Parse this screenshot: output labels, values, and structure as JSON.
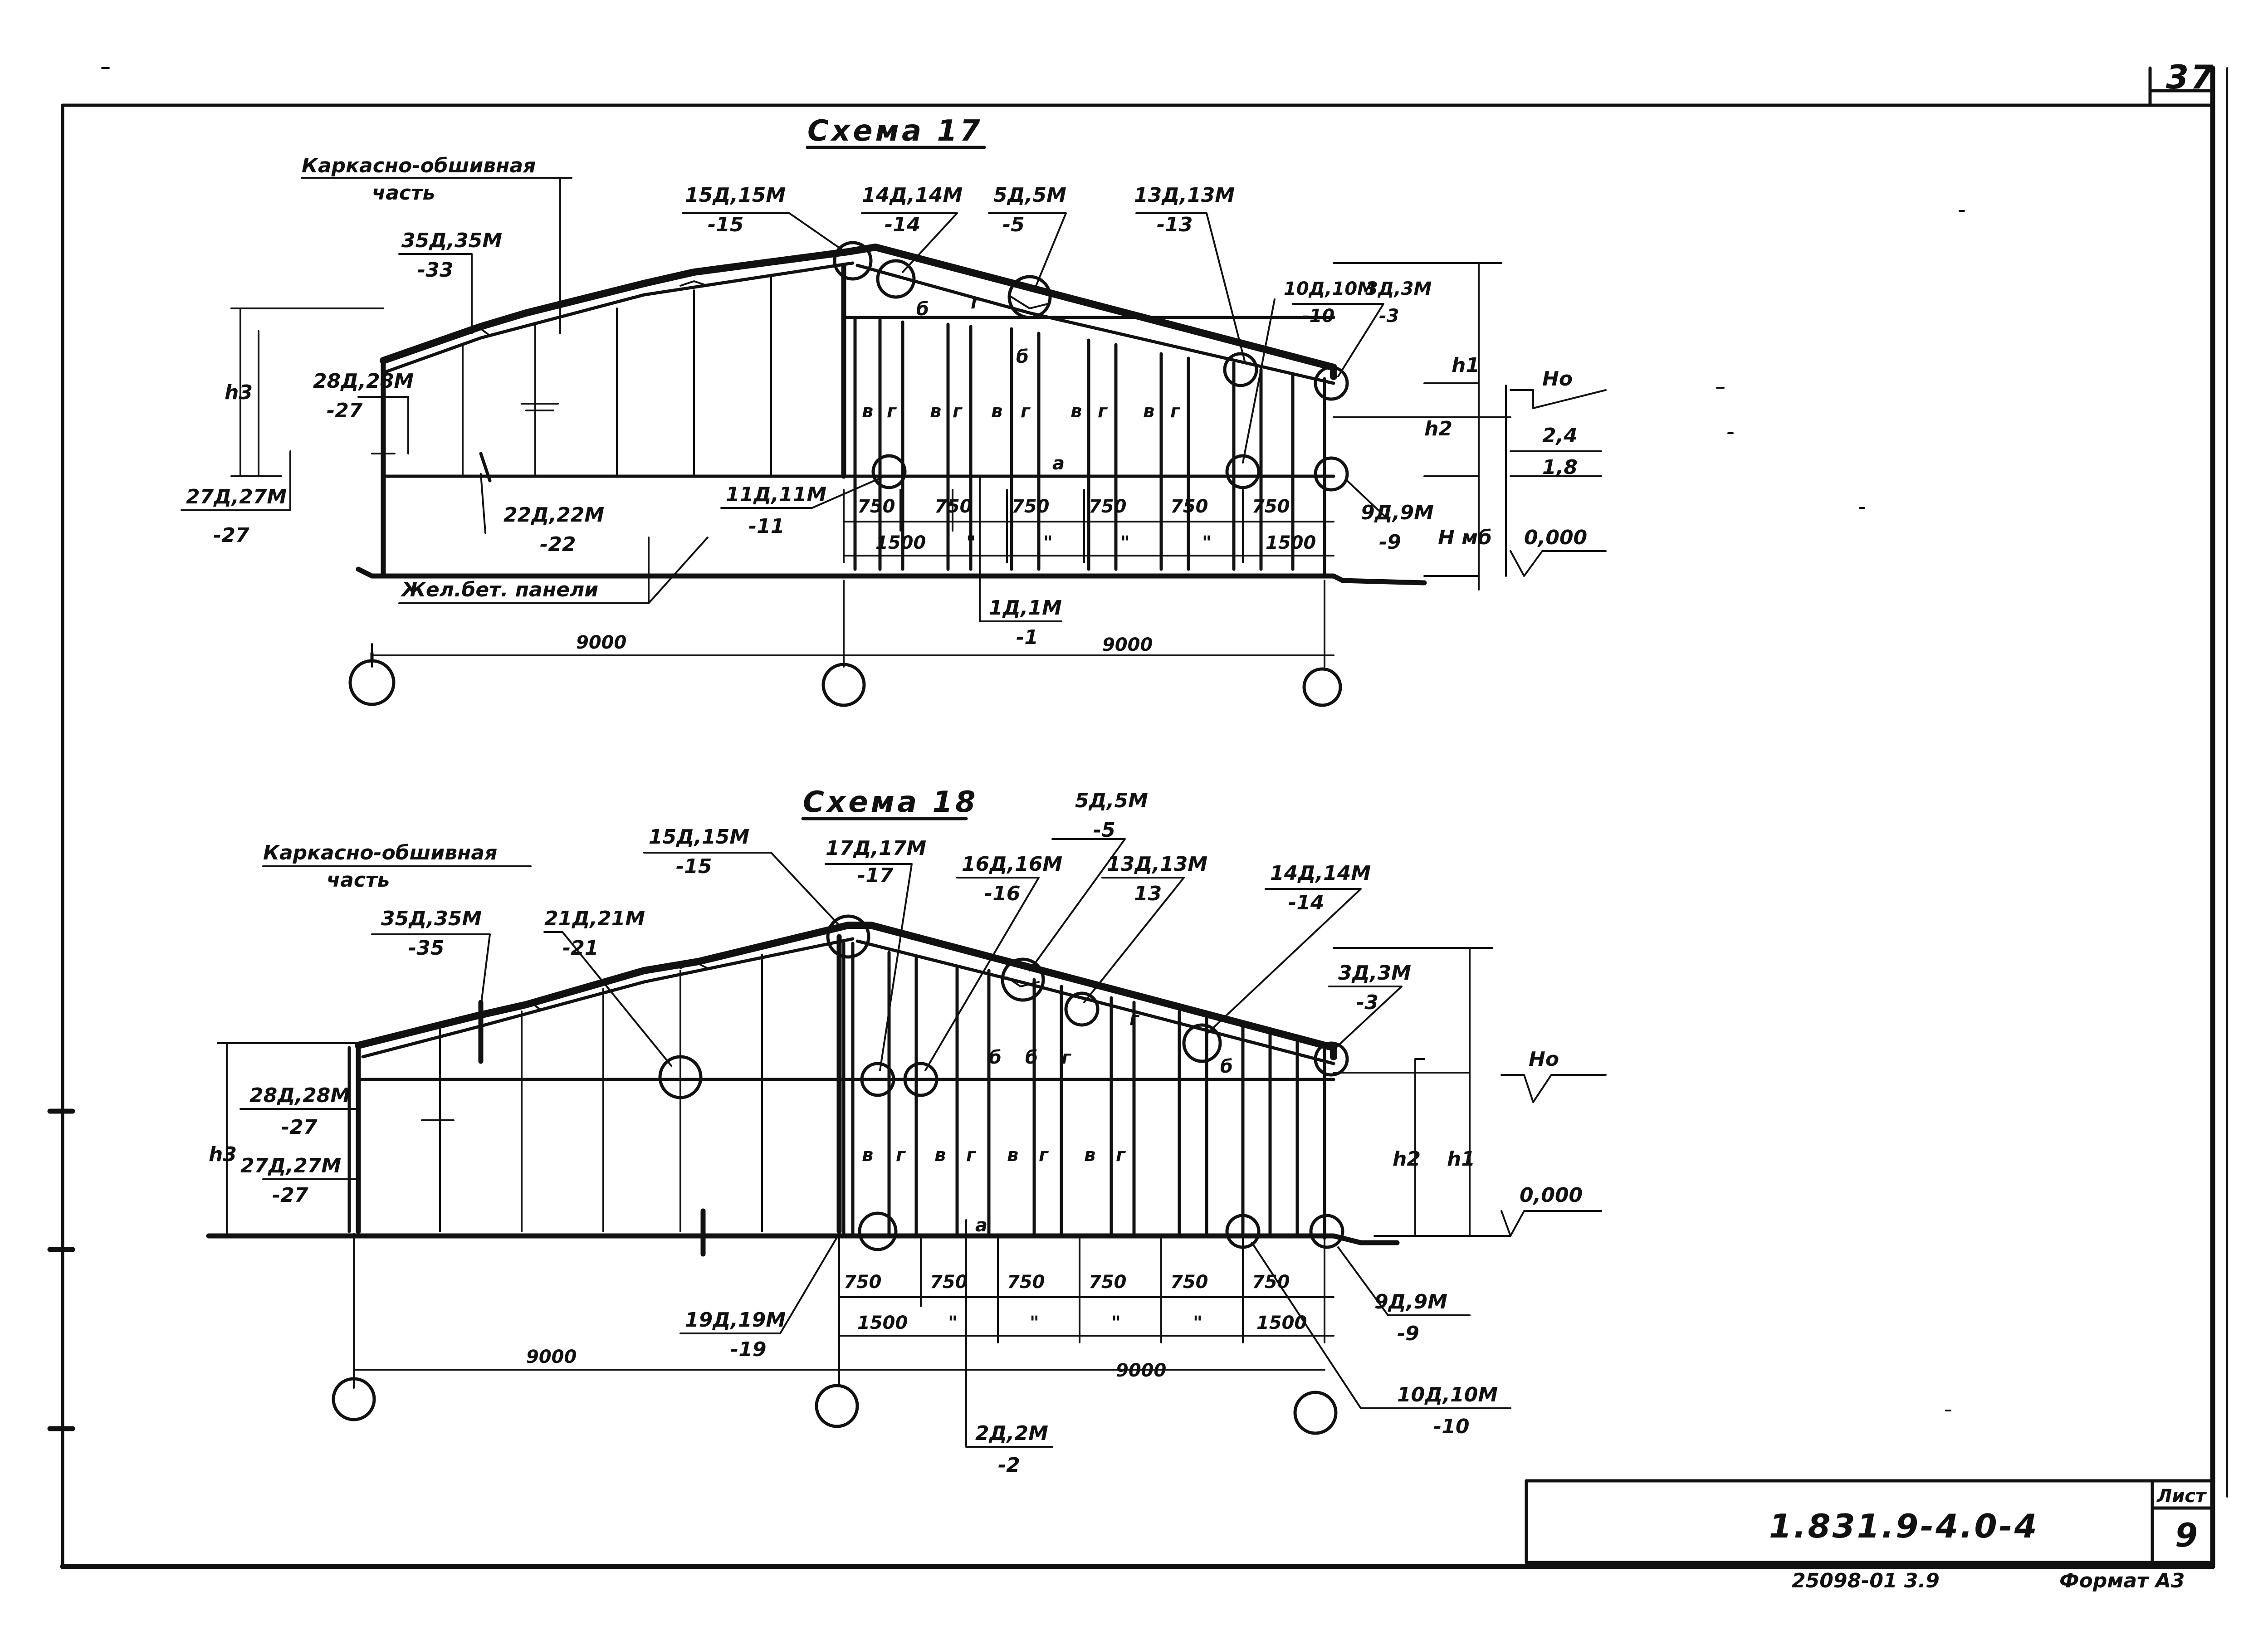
{
  "sheet": {
    "page_number": "37",
    "code": "1.831.9-4.0-4",
    "list_label": "Лист",
    "list_number": "9",
    "bottom_note": "25098-01 3.9",
    "format_label": "Формат А3"
  },
  "scheme17": {
    "title": "Схема 17",
    "frame_part": [
      "Каркасно-обшивная",
      "часть"
    ],
    "callouts": [
      [
        "15Д,15М",
        "-15"
      ],
      [
        "14Д,14М",
        "-14"
      ],
      [
        "5Д,5М",
        "-5"
      ],
      [
        "13Д,13М",
        "-13"
      ],
      [
        "35Д,35М",
        "-33"
      ],
      [
        "10Д,10М",
        "-10"
      ],
      [
        "3Д,3М",
        "-3"
      ],
      [
        "28Д,28М",
        "-27"
      ],
      [
        "27Д,27М",
        "-27"
      ],
      [
        "22Д,22М",
        "-22"
      ],
      [
        "11Д,11М",
        "-11"
      ],
      [
        "9Д,9М",
        "-9"
      ],
      [
        "1Д,1М",
        "-1"
      ]
    ],
    "concrete_panels": "Жел.бет. панели",
    "heights": [
      "h3",
      "h1",
      "h2",
      "H мб"
    ],
    "levels": [
      "Ho",
      "2,4",
      "1,8",
      "0,000"
    ],
    "spacing": [
      "750",
      "750",
      "750",
      "750",
      "750",
      "750"
    ],
    "panel_widths": [
      "1500",
      "\"",
      "\"",
      "\"",
      "\"",
      "1500"
    ],
    "spans": [
      "9000",
      "9000"
    ],
    "panel_marks": [
      "в",
      "г",
      "в",
      "г",
      "в",
      "г",
      "в",
      "г",
      "в",
      "г",
      "а",
      "б",
      "б",
      "г"
    ]
  },
  "scheme18": {
    "title": "Схема 18",
    "frame_part": [
      "Каркасно-обшивная",
      "часть"
    ],
    "callouts": [
      [
        "15Д,15М",
        "-15"
      ],
      [
        "5Д,5М",
        "-5"
      ],
      [
        "17Д,17М",
        "-17"
      ],
      [
        "16Д,16М",
        "-16"
      ],
      [
        "13Д,13М",
        "13"
      ],
      [
        "14Д,14М",
        "-14"
      ],
      [
        "35Д,35М",
        "-35"
      ],
      [
        "21Д,21М",
        "-21"
      ],
      [
        "3Д,3М",
        "-3"
      ],
      [
        "28Д,28М",
        "-27"
      ],
      [
        "27Д,27М",
        "-27"
      ],
      [
        "19Д,19М",
        "-19"
      ],
      [
        "9Д,9М",
        "-9"
      ],
      [
        "10Д,10М",
        "-10"
      ],
      [
        "2Д,2М",
        "-2"
      ]
    ],
    "heights": [
      "h3",
      "h2",
      "h1"
    ],
    "levels": [
      "Ho",
      "0,000"
    ],
    "spacing": [
      "750",
      "750",
      "750",
      "750",
      "750",
      "750"
    ],
    "panel_widths": [
      "1500",
      "\"",
      "\"",
      "\"",
      "\"",
      "1500"
    ],
    "spans": [
      "9000",
      "9000"
    ],
    "panel_marks": [
      "в",
      "г",
      "в",
      "г",
      "в",
      "г",
      "в",
      "г",
      "а",
      "б",
      "б",
      "г",
      "б",
      "г"
    ]
  }
}
